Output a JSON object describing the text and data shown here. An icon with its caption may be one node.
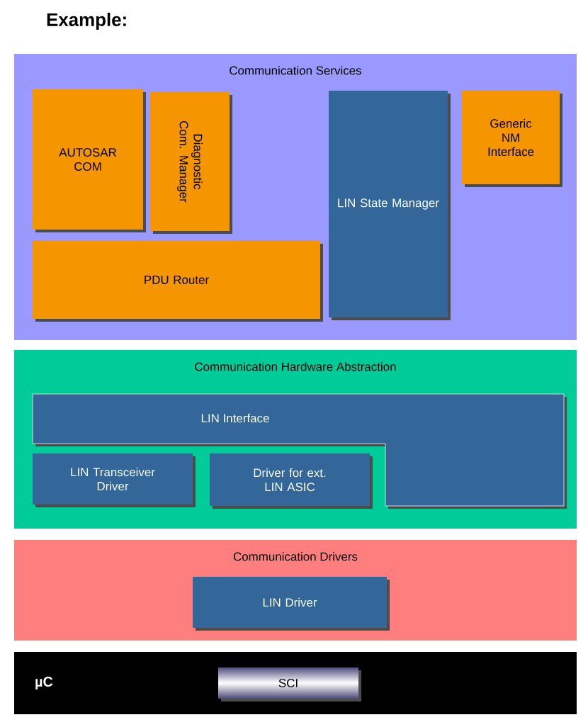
{
  "diagram": {
    "title": "Example:",
    "nodes": [
      {
        "text": [
          "Communication Services"
        ]
      },
      {
        "text": [
          "AUTOSAR COM"
        ],
        "in": 0
      },
      {
        "text": [
          "Diagnostic Com. Manager"
        ],
        "in": 0
      },
      {
        "text": [
          "PDU Router"
        ],
        "in": 0
      },
      {
        "text": [
          "LIN State Manager"
        ],
        "in": 0
      },
      {
        "text": [
          "Generic NM Interface"
        ],
        "in": 0
      },
      {
        "text": [
          "Communication Hardware Abstraction"
        ]
      },
      {
        "text": [
          "LIN Interface"
        ],
        "in": 6
      },
      {
        "text": [
          "LIN Transceiver Driver"
        ],
        "in": 6
      },
      {
        "text": [
          "Driver for ext. LIN ASIC"
        ],
        "in": 6
      },
      {
        "text": [
          "Communication Drivers"
        ]
      },
      {
        "text": [
          "LIN Driver"
        ],
        "in": 10
      },
      {
        "text": [
          "µC"
        ]
      },
      {
        "text": [
          "SCI"
        ],
        "in": 12
      }
    ],
    "edges": []
  }
}
